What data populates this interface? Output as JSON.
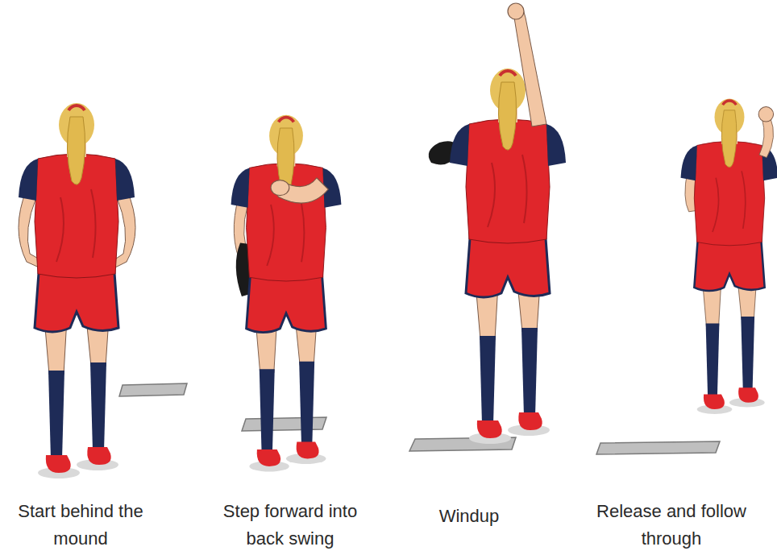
{
  "diagram": {
    "labels": [
      "Start behind the mound",
      "Step forward into back swing",
      "Windup",
      "Release and follow through"
    ]
  }
}
